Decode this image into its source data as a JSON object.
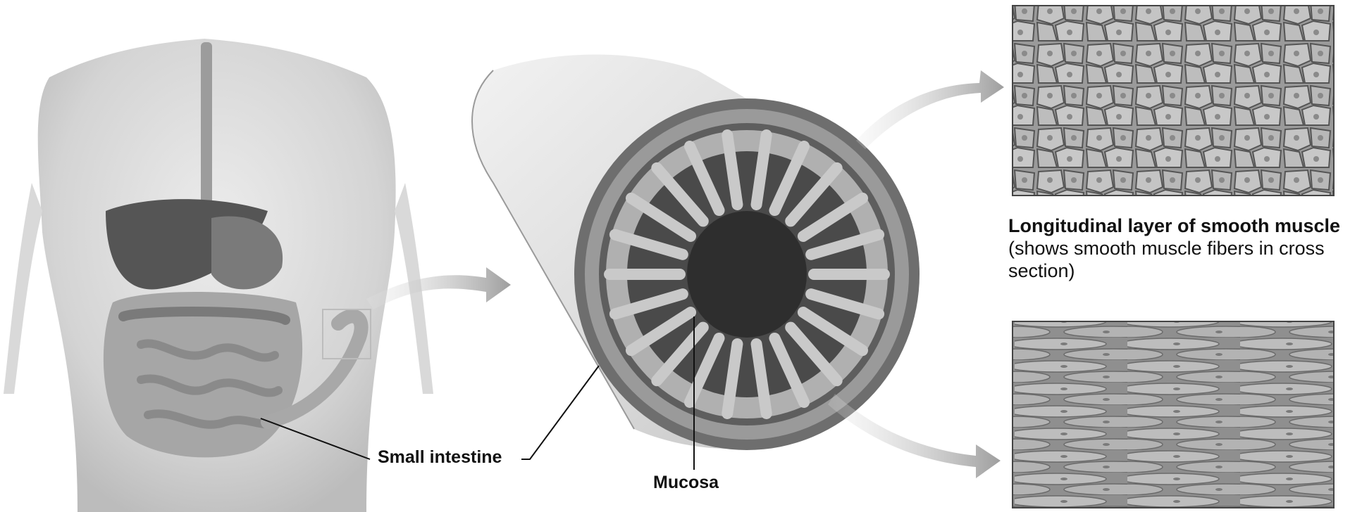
{
  "labels": {
    "small_intestine": "Small intestine",
    "mucosa": "Mucosa",
    "longitudinal_bold": "Longitudinal layer of smooth muscle",
    "longitudinal_note": " (shows smooth muscle fibers in cross section)"
  },
  "colors": {
    "background": "#ffffff",
    "skin": "#d6d6d6",
    "liver": "#555555",
    "tissue": "#b5b5b5",
    "lumen": "#3a3a3a",
    "arrow": "#a9a9a9"
  },
  "icons": [
    "torso-figure",
    "intestine-cross-section",
    "smooth-muscle-panel",
    "callout-arrow"
  ]
}
